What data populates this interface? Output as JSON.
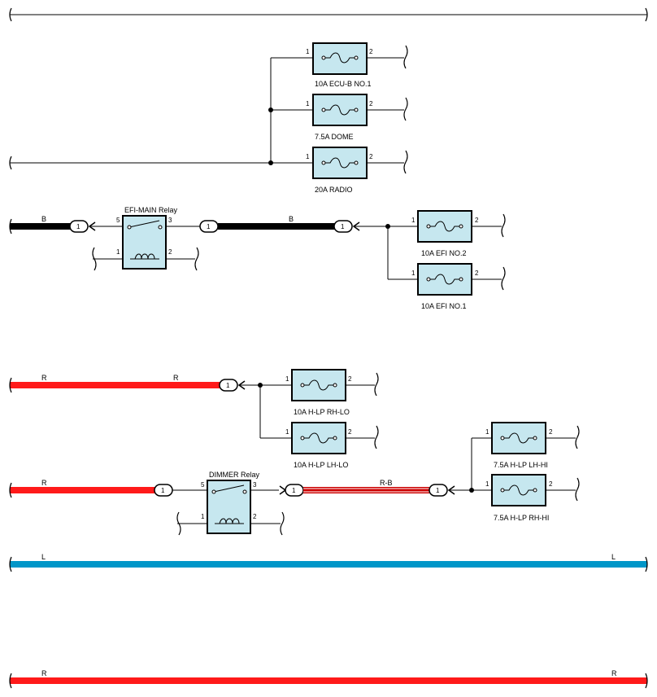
{
  "colors": {
    "wire_black": "#000000",
    "wire_red": "#ff1a1a",
    "wire_blue": "#0096c8",
    "wire_red_black_stripe": "#cc0000",
    "component_fill": "#c6e7ef"
  },
  "fuses": [
    {
      "label": "10A ECU-B NO.1",
      "pin_in": "1",
      "pin_out": "2"
    },
    {
      "label": "7.5A DOME",
      "pin_in": "1",
      "pin_out": "2"
    },
    {
      "label": "20A RADIO",
      "pin_in": "1",
      "pin_out": "2"
    },
    {
      "label": "10A EFI NO.2",
      "pin_in": "1",
      "pin_out": "2"
    },
    {
      "label": "10A EFI NO.1",
      "pin_in": "1",
      "pin_out": "2"
    },
    {
      "label": "10A H-LP RH-LO",
      "pin_in": "1",
      "pin_out": "2"
    },
    {
      "label": "10A H-LP LH-LO",
      "pin_in": "1",
      "pin_out": "2"
    },
    {
      "label": "7.5A H-LP LH-HI",
      "pin_in": "1",
      "pin_out": "2"
    },
    {
      "label": "7.5A H-LP RH-HI",
      "pin_in": "1",
      "pin_out": "2"
    }
  ],
  "relays": [
    {
      "label": "EFI-MAIN Relay",
      "pin_5": "5",
      "pin_3": "3",
      "pin_1": "1",
      "pin_2": "2"
    },
    {
      "label": "DIMMER Relay",
      "pin_5": "5",
      "pin_3": "3",
      "pin_1": "1",
      "pin_2": "2"
    }
  ],
  "wire_labels": {
    "efi_left": "B",
    "efi_right": "B",
    "hlp_lo_left": "R",
    "hlp_lo_right": "R",
    "dimmer_in": "R",
    "dimmer_out": "R-B",
    "blue_left": "L",
    "blue_right": "L",
    "bottom_left": "R",
    "bottom_right": "R"
  },
  "connectors": [
    "1",
    "1",
    "1",
    "1",
    "1",
    "1",
    "1"
  ]
}
